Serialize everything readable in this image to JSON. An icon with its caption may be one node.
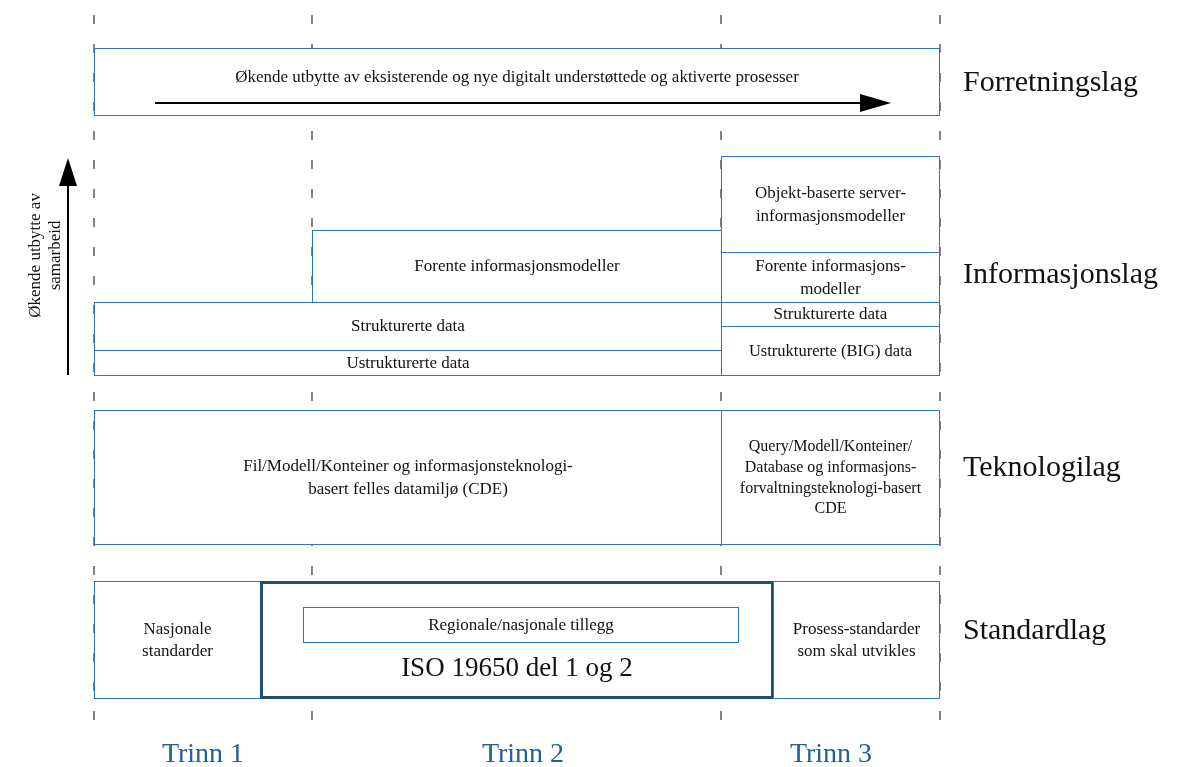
{
  "diagram": {
    "nodes": [
      {
        "text": [
          "Økende utbytte av eksisterende og nye digitalt understøttede og aktiverte prosesser"
        ]
      },
      {
        "text": [
          "Objekt-baserte server-informasjonsmodeller"
        ]
      },
      {
        "text": [
          "Forente informasjonsmodeller"
        ]
      },
      {
        "text": [
          "Forente informasjons-modeller"
        ]
      },
      {
        "text": [
          "Strukturerte data"
        ]
      },
      {
        "text": [
          "Strukturerte data"
        ]
      },
      {
        "text": [
          "Ustrukturerte data"
        ]
      },
      {
        "text": [
          "Ustrukturerte (BIG) data"
        ]
      },
      {
        "text": [
          "Fil/Modell/Konteiner og informasjonsteknologi-basert felles datamiljø (CDE)"
        ]
      },
      {
        "text": [
          "Query/Modell/Konteiner/ Database og informasjons-forvaltningsteknologi-basert CDE"
        ]
      },
      {
        "text": [
          "Nasjonale standarder"
        ]
      },
      {
        "text": [
          "ISO 19650 del 1 og 2"
        ]
      },
      {
        "text": [
          "Regionale/nasjonale tillegg"
        ],
        "in": 11
      },
      {
        "text": [
          "Prosess-standarder som skal utvikles"
        ]
      }
    ],
    "labels": [
      "Forretningslag",
      "Økende utbytte av samarbeid",
      "Informasjonslag",
      "Teknologilag",
      "Standardlag",
      "Trinn 1",
      "Trinn 2",
      "Trinn 3"
    ]
  }
}
